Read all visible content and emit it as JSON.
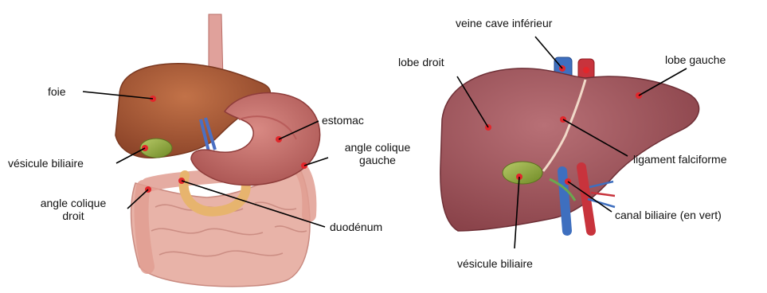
{
  "left_panel": {
    "labels": {
      "liver": "foie",
      "stomach": "estomac",
      "gallbladder": "vésicule biliaire",
      "left_colic_angle_1": "angle colique",
      "left_colic_angle_2": "gauche",
      "right_colic_angle_1": "angle colique",
      "right_colic_angle_2": "droit",
      "duodenum": "duodénum"
    }
  },
  "right_panel": {
    "labels": {
      "inferior_vena_cava": "veine cave inférieur",
      "right_lobe": "lobe droit",
      "left_lobe": "lobe gauche",
      "falciform_ligament": "ligament falciforme",
      "bile_duct": "canal biliaire (en vert)",
      "gallbladder": "vésicule biliaire"
    }
  },
  "colors": {
    "liver": "#9a4b4f",
    "liver_light": "#b86a6e",
    "liver_left_panel": "#a95a37",
    "stomach": "#c86a6a",
    "intestine": "#e7b0a5",
    "gallbladder": "#8fa63a",
    "vein": "#3e6fbf",
    "artery": "#c8333c",
    "label_dot": "#e2262b",
    "leader": "#000000"
  }
}
